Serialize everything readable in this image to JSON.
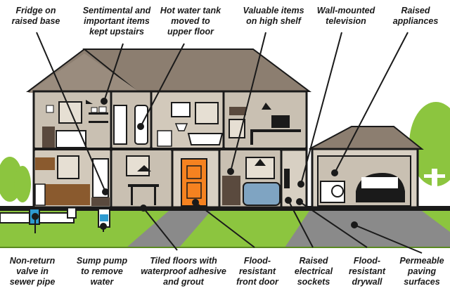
{
  "labels_top": [
    {
      "id": "fridge",
      "text": "Fridge on\nraised base"
    },
    {
      "id": "sentimental",
      "text": "Sentimental and\nimportant items\nkept upstairs"
    },
    {
      "id": "hot_water",
      "text": "Hot water tank\nmoved to\nupper floor"
    },
    {
      "id": "valuable",
      "text": "Valuable items\non high shelf"
    },
    {
      "id": "tv",
      "text": "Wall-mounted\ntelevision"
    },
    {
      "id": "appliances",
      "text": "Raised\nappliances"
    }
  ],
  "labels_bottom": [
    {
      "id": "nonreturn",
      "text": "Non-return\nvalve in\nsewer pipe"
    },
    {
      "id": "sump",
      "text": "Sump pump\nto remove\nwater"
    },
    {
      "id": "tiled",
      "text": "Tiled floors with\nwaterproof adhesive\nand grout"
    },
    {
      "id": "door",
      "text": "Flood-\nresistant\nfront door"
    },
    {
      "id": "sockets",
      "text": "Raised\nelectrical\nsockets"
    },
    {
      "id": "drywall",
      "text": "Flood-\nresistant\ndrywall"
    },
    {
      "id": "paving",
      "text": "Permeable\npaving\nsurfaces"
    }
  ],
  "colors": {
    "roof": "#8c7e70",
    "wall": "#d8d0c3",
    "room": "#c9c0b2",
    "grass": "#8cc53f",
    "soil": "#8a8a8a",
    "door": "#f58220",
    "pipe_accent": "#2e9ad0",
    "outline": "#1a1a1a",
    "tree": "#8cc53f"
  }
}
